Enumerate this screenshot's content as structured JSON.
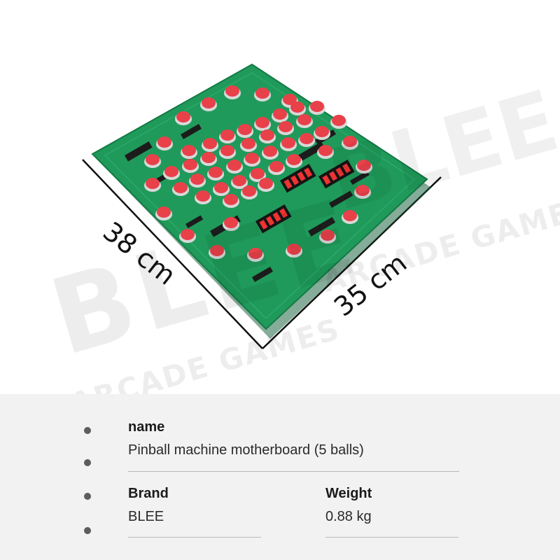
{
  "dimensions": {
    "length_label": "38 cm",
    "width_label": "35 cm"
  },
  "watermark": {
    "brand": "BLEE",
    "subtitle": "ARCADE GAMES"
  },
  "specs": {
    "name": {
      "title": "name",
      "value": "Pinball machine motherboard (5 balls)"
    },
    "brand": {
      "title": "Brand",
      "value": "BLEE"
    },
    "weight": {
      "title": "Weight",
      "value": "0.88 kg"
    }
  },
  "colors": {
    "pcb_green": "#1f9a5a",
    "button_red": "#e8414a",
    "panel_background": "#f3f2f2",
    "bullet": "#5d5d5d"
  }
}
